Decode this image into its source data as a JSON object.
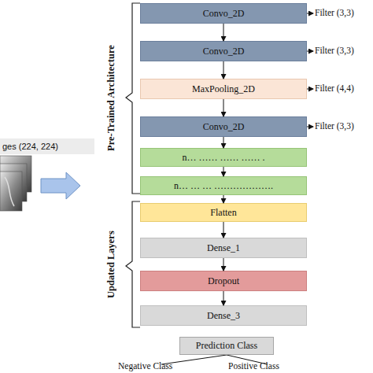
{
  "diagram": {
    "nodes": [
      {
        "text": [
          "Convo_2D"
        ]
      },
      {
        "text": [
          "Convo_2D"
        ]
      },
      {
        "text": [
          "MaxPooling_2D"
        ]
      },
      {
        "text": [
          "Convo_2D"
        ]
      },
      {
        "text": [
          "n… …… …… …… ."
        ]
      },
      {
        "text": [
          "n… … … ………………."
        ]
      },
      {
        "text": [
          "Flatten"
        ]
      },
      {
        "text": [
          "Dense_1"
        ]
      },
      {
        "text": [
          "Dropout"
        ]
      },
      {
        "text": [
          "Dense_3"
        ]
      },
      {
        "text": [
          "Prediction Class"
        ]
      },
      {
        "text": [
          "ges (224, 224)"
        ]
      }
    ],
    "edges": [
      {
        "from": 0,
        "to": 1,
        "arrow": "to"
      },
      {
        "from": 1,
        "to": 2,
        "arrow": "to"
      },
      {
        "from": 2,
        "to": 3,
        "arrow": "to"
      },
      {
        "from": 3,
        "to": 4,
        "arrow": "to"
      },
      {
        "from": 4,
        "to": 5,
        "arrow": "to"
      },
      {
        "from": 5,
        "to": 6,
        "arrow": "to"
      },
      {
        "from": 6,
        "to": 7,
        "arrow": "to"
      },
      {
        "from": 7,
        "to": 8,
        "arrow": "to"
      },
      {
        "from": 8,
        "to": 9,
        "arrow": "to"
      }
    ],
    "labels": [
      "Filter (3,3)",
      "Filter (3,3)",
      "Filter (4,4)",
      "Filter (3,3)",
      "Pre-Trained Architecture",
      "Updated Layers",
      "Negative Class",
      "Positive Class"
    ]
  }
}
